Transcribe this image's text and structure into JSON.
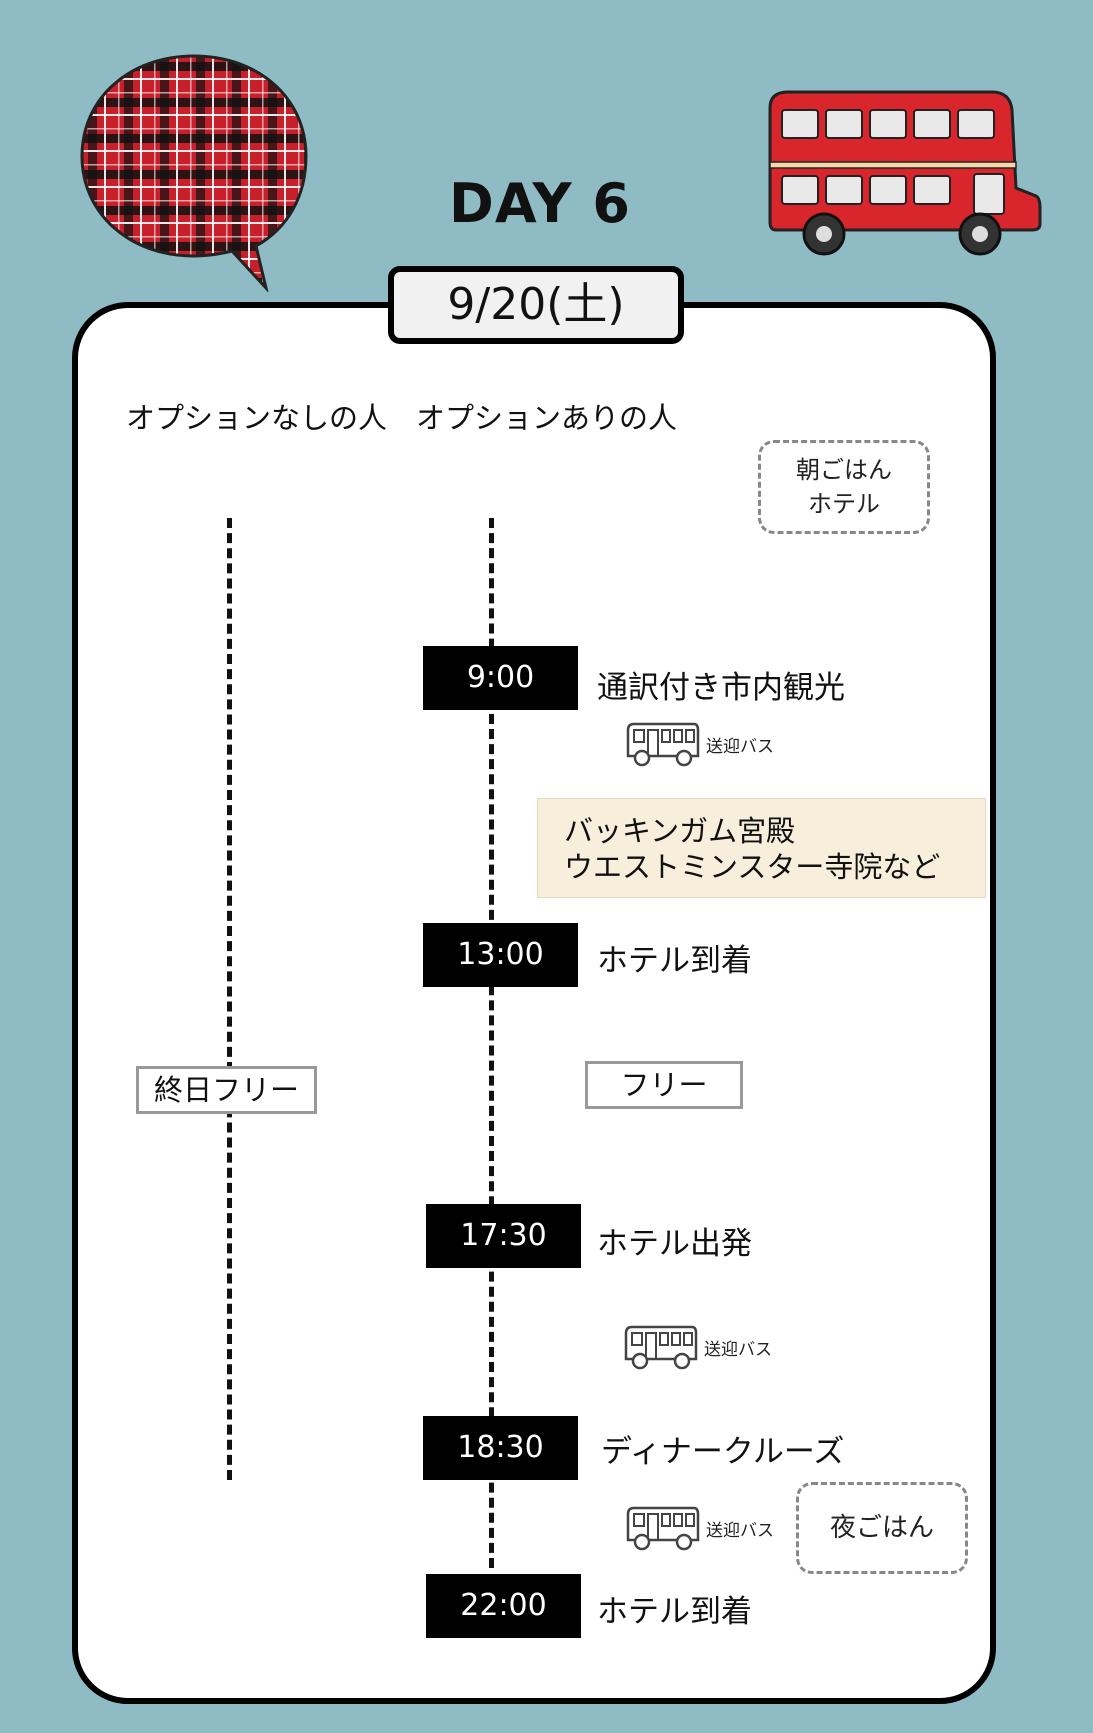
{
  "header": {
    "day_title": "DAY 6",
    "date": "9/20(土)"
  },
  "columns": {
    "no_option": "オプションなしの人",
    "with_option": "オプションありの人"
  },
  "notes": {
    "breakfast_line1": "朝ごはん",
    "breakfast_line2": "ホテル",
    "dinner": "夜ごはん",
    "all_day_free": "終日フリー",
    "free": "フリー"
  },
  "shuttle_label": "送迎バス",
  "schedule": [
    {
      "time": "9:00",
      "event": "通訳付き市内観光"
    },
    {
      "time": "13:00",
      "event": "ホテル到着"
    },
    {
      "time": "17:30",
      "event": "ホテル出発"
    },
    {
      "time": "18:30",
      "event": "ディナークルーズ"
    },
    {
      "time": "22:00",
      "event": "ホテル到着"
    }
  ],
  "sights": {
    "line1": "バッキンガム宮殿",
    "line2": "ウエストミンスター寺院など"
  },
  "icons": [
    "tartan-speech-bubble-icon",
    "double-decker-bus-icon",
    "shuttle-bus-icon"
  ],
  "colors": {
    "background": "#8fbcc4",
    "tartan_red": "#c8202a",
    "bus_red": "#d8262c",
    "sights_bg": "#f7efdb"
  }
}
